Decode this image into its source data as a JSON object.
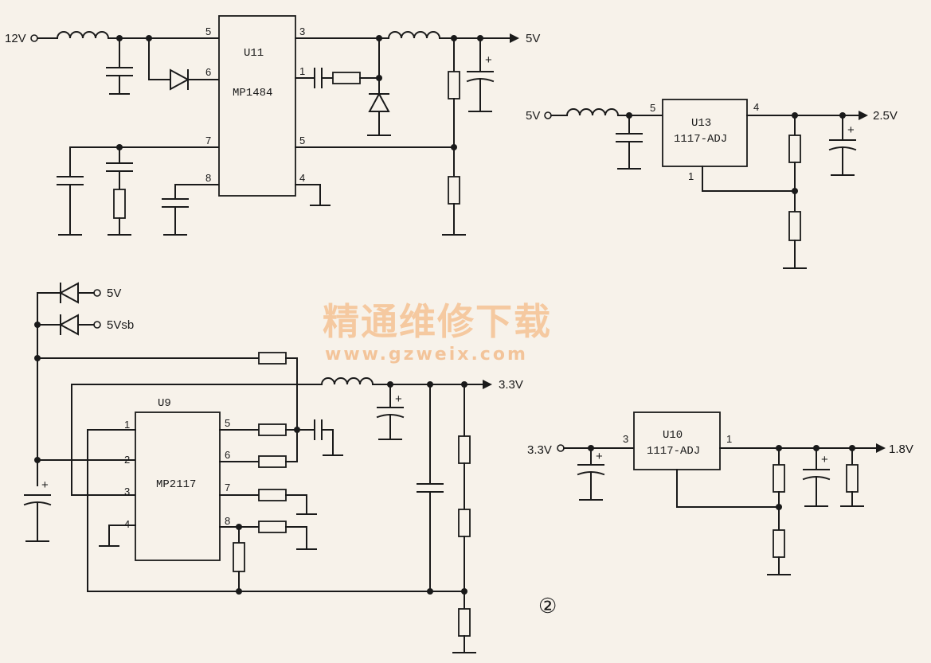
{
  "watermark": {
    "title": "精通维修下载",
    "url": "www.gzweix.com"
  },
  "figure_number": "②",
  "nets": {
    "v12": "12V",
    "v5_out": "5V",
    "v5_in": "5V",
    "v2_5": "2.5V",
    "v5_diode": "5V",
    "v5sb": "5Vsb",
    "v3_3_out": "3.3V",
    "v3_3_in": "3.3V",
    "v1_8": "1.8V"
  },
  "chips": {
    "u11": {
      "ref": "U11",
      "part": "MP1484",
      "pins": [
        "5",
        "6",
        "7",
        "8",
        "3",
        "1",
        "5",
        "4"
      ]
    },
    "u13": {
      "ref": "U13",
      "part": "1117-ADJ",
      "pins": [
        "5",
        "4",
        "1"
      ]
    },
    "u9": {
      "ref": "U9",
      "part": "MP2117",
      "pins": [
        "1",
        "2",
        "3",
        "4",
        "5",
        "6",
        "7",
        "8"
      ]
    },
    "u10": {
      "ref": "U10",
      "part": "1117-ADJ",
      "pins": [
        "3",
        "1"
      ]
    }
  },
  "polarity": "+"
}
